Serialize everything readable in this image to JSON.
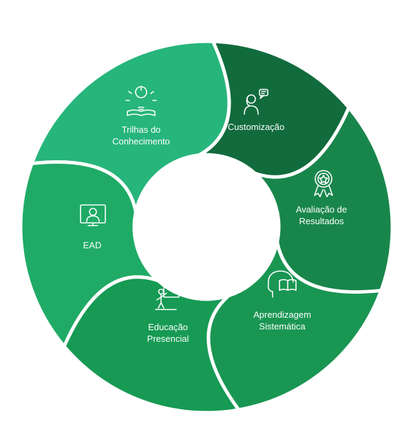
{
  "cycle": {
    "colors": {
      "background": "#ffffff",
      "text": "#ffffff",
      "icon_stroke": "#ffffff"
    },
    "segments": [
      {
        "id": "trilhas",
        "lines": [
          "Trilhas do",
          "Conhecimento"
        ],
        "icon": "lightbulb-book-icon",
        "color": "#26b57a"
      },
      {
        "id": "customizacao",
        "lines": [
          "Customização"
        ],
        "icon": "person-chat-icon",
        "color": "#116b3d"
      },
      {
        "id": "avaliacao",
        "lines": [
          "Avaliação de",
          "Resultados"
        ],
        "icon": "award-badge-icon",
        "color": "#18864b"
      },
      {
        "id": "aprendizagem",
        "lines": [
          "Aprendizagem",
          "Sistemática"
        ],
        "icon": "head-book-icon",
        "color": "#1a9653"
      },
      {
        "id": "educacao",
        "lines": [
          "Educação",
          "Presencial"
        ],
        "icon": "teacher-board-icon",
        "color": "#169a54"
      },
      {
        "id": "ead",
        "lines": [
          "EAD"
        ],
        "icon": "monitor-person-icon",
        "color": "#1fab66"
      }
    ]
  }
}
